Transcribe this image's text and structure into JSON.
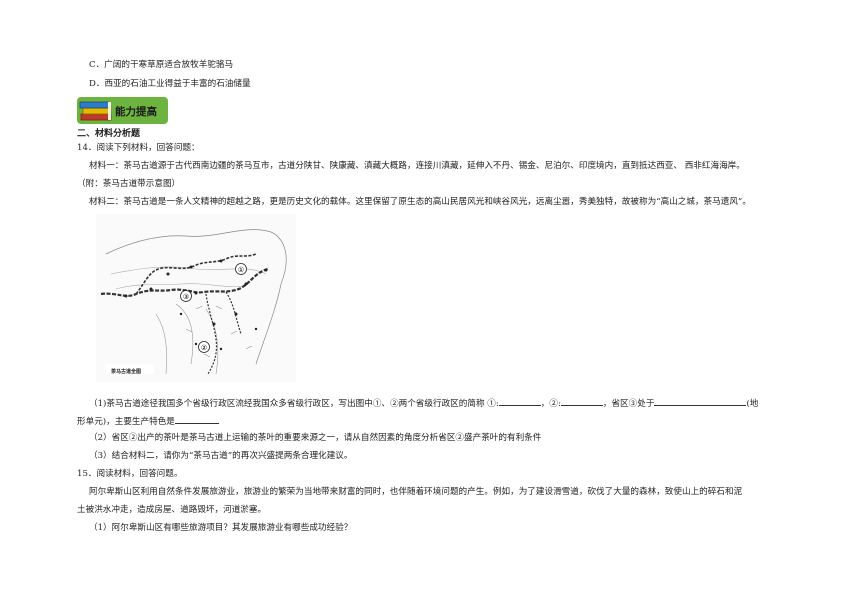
{
  "options": {
    "c": "C．广阔的干寒草原适合放牧羊驼骆马",
    "d": "D．西亚的石油工业得益于丰富的石油储量"
  },
  "badge": {
    "label": "能力提高",
    "color": "#6db33f"
  },
  "section": {
    "title": "二、材料分析题"
  },
  "q14": {
    "stem": "14．阅读下列材料，回答问题：",
    "material1_a": "材料一：茶马古道源于古代西南边疆的茶马互市，古道分陕甘、陕康藏、滇藏大概路，连接川滇藏，延伸入不丹、锡金、尼泊尔、印度境内，直到抵达西亚、  西非红海海岸。",
    "material1_b": "（附：茶马古道带示意图）",
    "material2": "材料二：茶马古道是一条人文精神的超越之路，更是历史文化的载体。这里保留了原生态的高山民居风光和峡谷风光，远离尘嚣，秀美独特，故被称为“高山之城，茶马遗风”。",
    "map_caption": "茶马古道全图",
    "sub1_a": "（1)茶马古道途径我国多个省级行政区流经我国众多省级行政区，写出图中①、②两个省级行政区的简称  ①:",
    "sub1_b": "，②:",
    "sub1_c": "，省区③处于",
    "sub1_d": "(地",
    "sub1_e": "形单元)，主要生产特色是",
    "sub2": "（2）省区②出产的茶叶是茶马古道上运输的茶叶的重要来源之一，请从自然因素的角度分析省区②盛产茶叶的有利条件",
    "sub3": "（3）结合材料二，请你为“茶马古道”的再次兴盛提两条合理化建议。"
  },
  "q15": {
    "stem": "15．阅读材料，回答问题。",
    "material_a": "阿尔卑斯山区利用自然条件发展旅游业，旅游业的繁荣为当地带来财富的同时，也伴随着环境问题的产生。例如，为了建设滑雪道，砍伐了大量的森林，致使山上的碎石和泥",
    "material_b": "土被洪水冲走，造成房屋、道路毁坏，河道淤塞。",
    "sub1": "（1）阿尔卑斯山区有哪些旅游项目？其发展旅游业有哪些成功经验？"
  },
  "map_labels": {
    "m1": "①",
    "m2": "②",
    "m3": "③"
  }
}
